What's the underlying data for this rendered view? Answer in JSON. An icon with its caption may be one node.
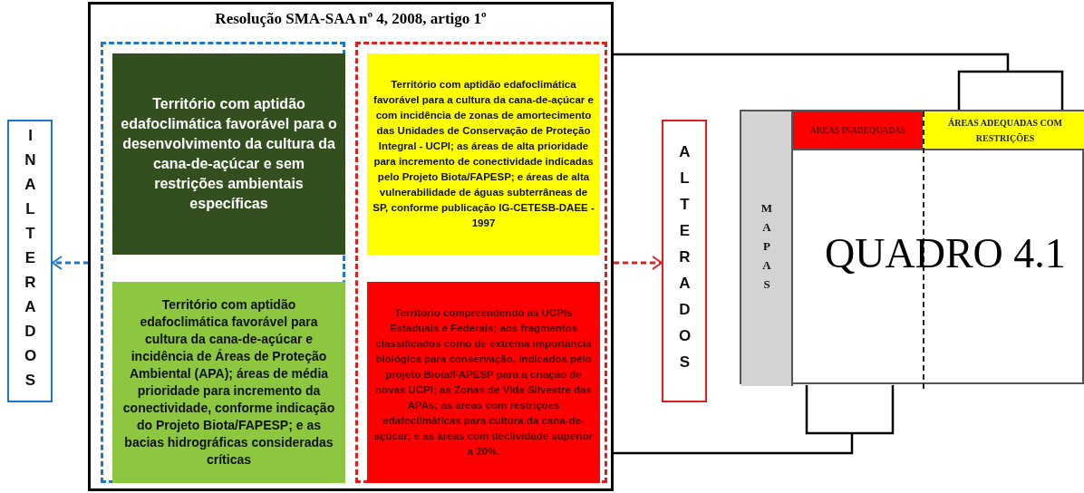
{
  "diagram": {
    "nodes": [
      {
        "text": [
          "INALTERADOS"
        ]
      },
      {
        "text": [
          "Resolução SMA-SAA nº 4, 2008, artigo 1º"
        ]
      },
      {
        "text": [],
        "shape": "box",
        "in": 1
      },
      {
        "text": [
          "Território com aptidão edafoclimática favorável para o desenvolvimento da cultura da cana-de-açúcar e sem restrições ambientais específicas"
        ],
        "in": 2
      },
      {
        "text": [
          "Território com aptidão edafoclimática favorável para cultura da cana-de-açúcar e incidência de Áreas de Proteção Ambiental (APA); áreas de média prioridade para incremento da conectividade, conforme indicação do Projeto Biota/FAPESP; e as bacias hidrográficas consideradas críticas"
        ],
        "in": 2
      },
      {
        "text": [],
        "shape": "box",
        "in": 1
      },
      {
        "text": [
          "Território com aptidão edafoclimática favorável para a cultura da cana-de-açúcar e com incidência de zonas de amortecimento das Unidades de Conservação de Proteção Integral - UCPI; as áreas de alta prioridade para incremento de conectividade indicadas pelo Projeto Biota/FAPESP; e áreas de alta vulnerabilidade de águas subterrâneas de SP, conforme publicação IG-CETESB-DAEE - 1997"
        ],
        "in": 5
      },
      {
        "text": [
          "Território compreendendo as  UCPIs Estaduais e Federais; aos fragmentos classificados como de extrema importância biológica para conservação, indicados pelo projeto Biota/FAPESP para a criação de novas UCPI; as Zonas de Vida Silvestre das APAs; as áreas com restrições edafoclimáticas para cultura da cana-de-açúcar; e as áreas com declividade superior a 20%."
        ],
        "in": 5
      },
      {
        "text": [
          "ALTERADOS"
        ]
      },
      {
        "text": [
          "QUADRO 4.1"
        ]
      },
      {
        "text": [
          "MAPAS"
        ],
        "in": 9
      },
      {
        "text": [
          "ÁREAS INADEQUADAS"
        ],
        "in": 9
      },
      {
        "text": [
          "ÁREAS ADEQUADAS COM RESTRIÇÕES"
        ],
        "in": 9
      }
    ],
    "edges": [
      {
        "from": 2,
        "to": 0,
        "arrow": "to",
        "style": "dashed",
        "color": "#1f77c4"
      },
      {
        "from": 5,
        "to": 8,
        "arrow": "to",
        "style": "dashed",
        "color": "#e0201f"
      },
      {
        "from": 6,
        "to": 12,
        "arrow": "none"
      },
      {
        "from": 7,
        "to": 11,
        "arrow": "none"
      }
    ]
  }
}
